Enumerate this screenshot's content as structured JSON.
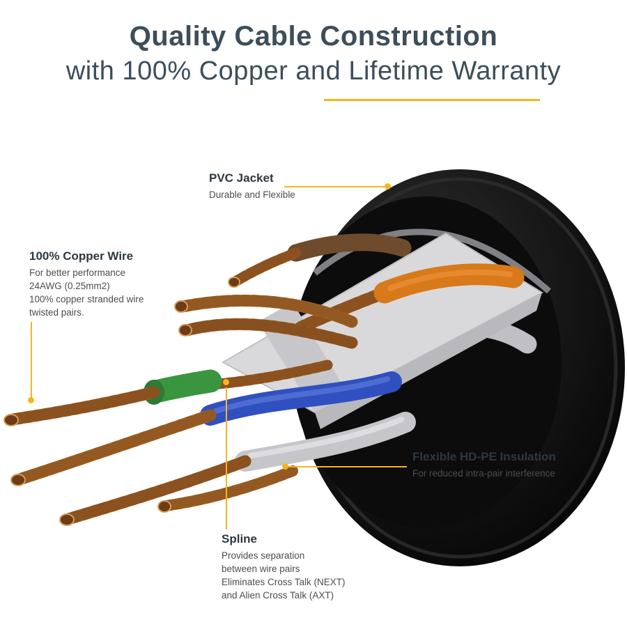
{
  "accent_color": "#F6B51E",
  "header": {
    "title": "Quality Cable Construction",
    "subtitle": "with 100% Copper and Lifetime Warranty"
  },
  "callouts": {
    "pvc_jacket": {
      "title": "PVC Jacket",
      "lines": [
        "Durable and Flexible"
      ]
    },
    "copper_wire": {
      "title": "100% Copper Wire",
      "lines": [
        "For better performance",
        "24AWG (0.25mm2)",
        "100% copper stranded wire",
        "twisted pairs."
      ]
    },
    "hdpe_insulation": {
      "title": "Flexible HD-PE Insulation",
      "lines": [
        "For reduced intra-pair interference"
      ]
    },
    "spline": {
      "title": "Spline",
      "lines": [
        "Provides separation",
        "between wire pairs",
        "Eliminates Cross Talk (NEXT)",
        "and Alien Cross Talk (AXT)"
      ]
    }
  },
  "illustration": {
    "name": "ethernet-cable-cutaway",
    "colors": {
      "jacket_black": "#0C0C0C",
      "spline_gray": "#D9D9DB",
      "copper": "#A9672A",
      "orange_wire": "#D8791A",
      "brown_wire": "#6E4B2D",
      "green_wire": "#39953E",
      "blue_wire": "#3050C0",
      "gray_wire": "#C6C6CA",
      "heading_slate": "#3D4E5A"
    }
  }
}
